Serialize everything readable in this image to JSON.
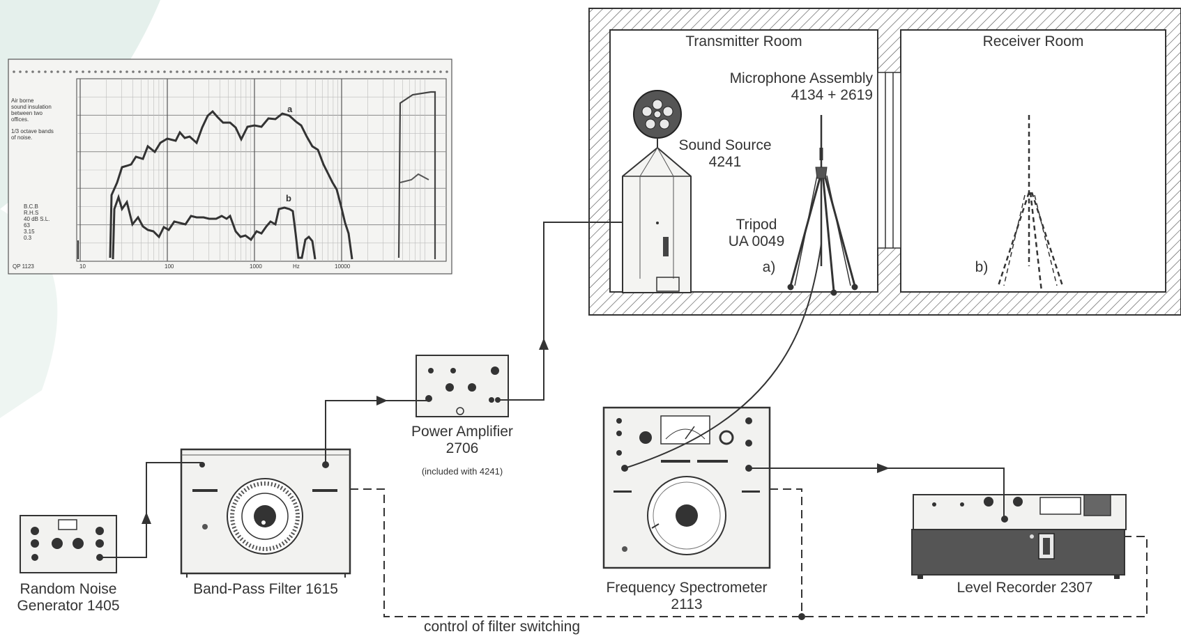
{
  "labels": {
    "transmitter_room": "Transmitter Room",
    "receiver_room": "Receiver Room",
    "microphone_assembly_line1": "Microphone Assembly",
    "microphone_assembly_line2": "4134 + 2619",
    "sound_source_line1": "Sound Source",
    "sound_source_line2": "4241",
    "tripod_line1": "Tripod",
    "tripod_line2": "UA 0049",
    "position_a": "a)",
    "position_b": "b)",
    "power_amplifier_line1": "Power Amplifier",
    "power_amplifier_line2": "2706",
    "power_amplifier_note": "(included with 4241)",
    "random_noise_line1": "Random Noise",
    "random_noise_line2": "Generator 1405",
    "band_pass_filter": "Band-Pass Filter 1615",
    "frequency_spectrometer_line1": "Frequency Spectrometer",
    "frequency_spectrometer_line2": "2113",
    "level_recorder": "Level Recorder 2307",
    "control_line": "control of filter switching"
  },
  "recording_chart": {
    "description_lines": [
      "Air borne",
      "sound insulation",
      "between two",
      "offices.",
      "",
      "1/3 octave bands",
      "of noise."
    ],
    "settings_lines": [
      "B.C.B",
      "R.H.S",
      "40 dB S.L.",
      "63",
      "3.15",
      "0.3"
    ],
    "chart_number": "QP 1123",
    "x_tick_labels": [
      "10",
      "100",
      "1000",
      "Hz",
      "10000"
    ],
    "curve_labels": [
      "a",
      "b"
    ]
  },
  "colors": {
    "ink": "#2a2a2a",
    "hatch": "#555555",
    "chart_paper": "#f4f4f2",
    "device_face": "#f2f2f0",
    "device_dark": "#3a3a3a",
    "decor_teal": "#a9cdbf"
  }
}
